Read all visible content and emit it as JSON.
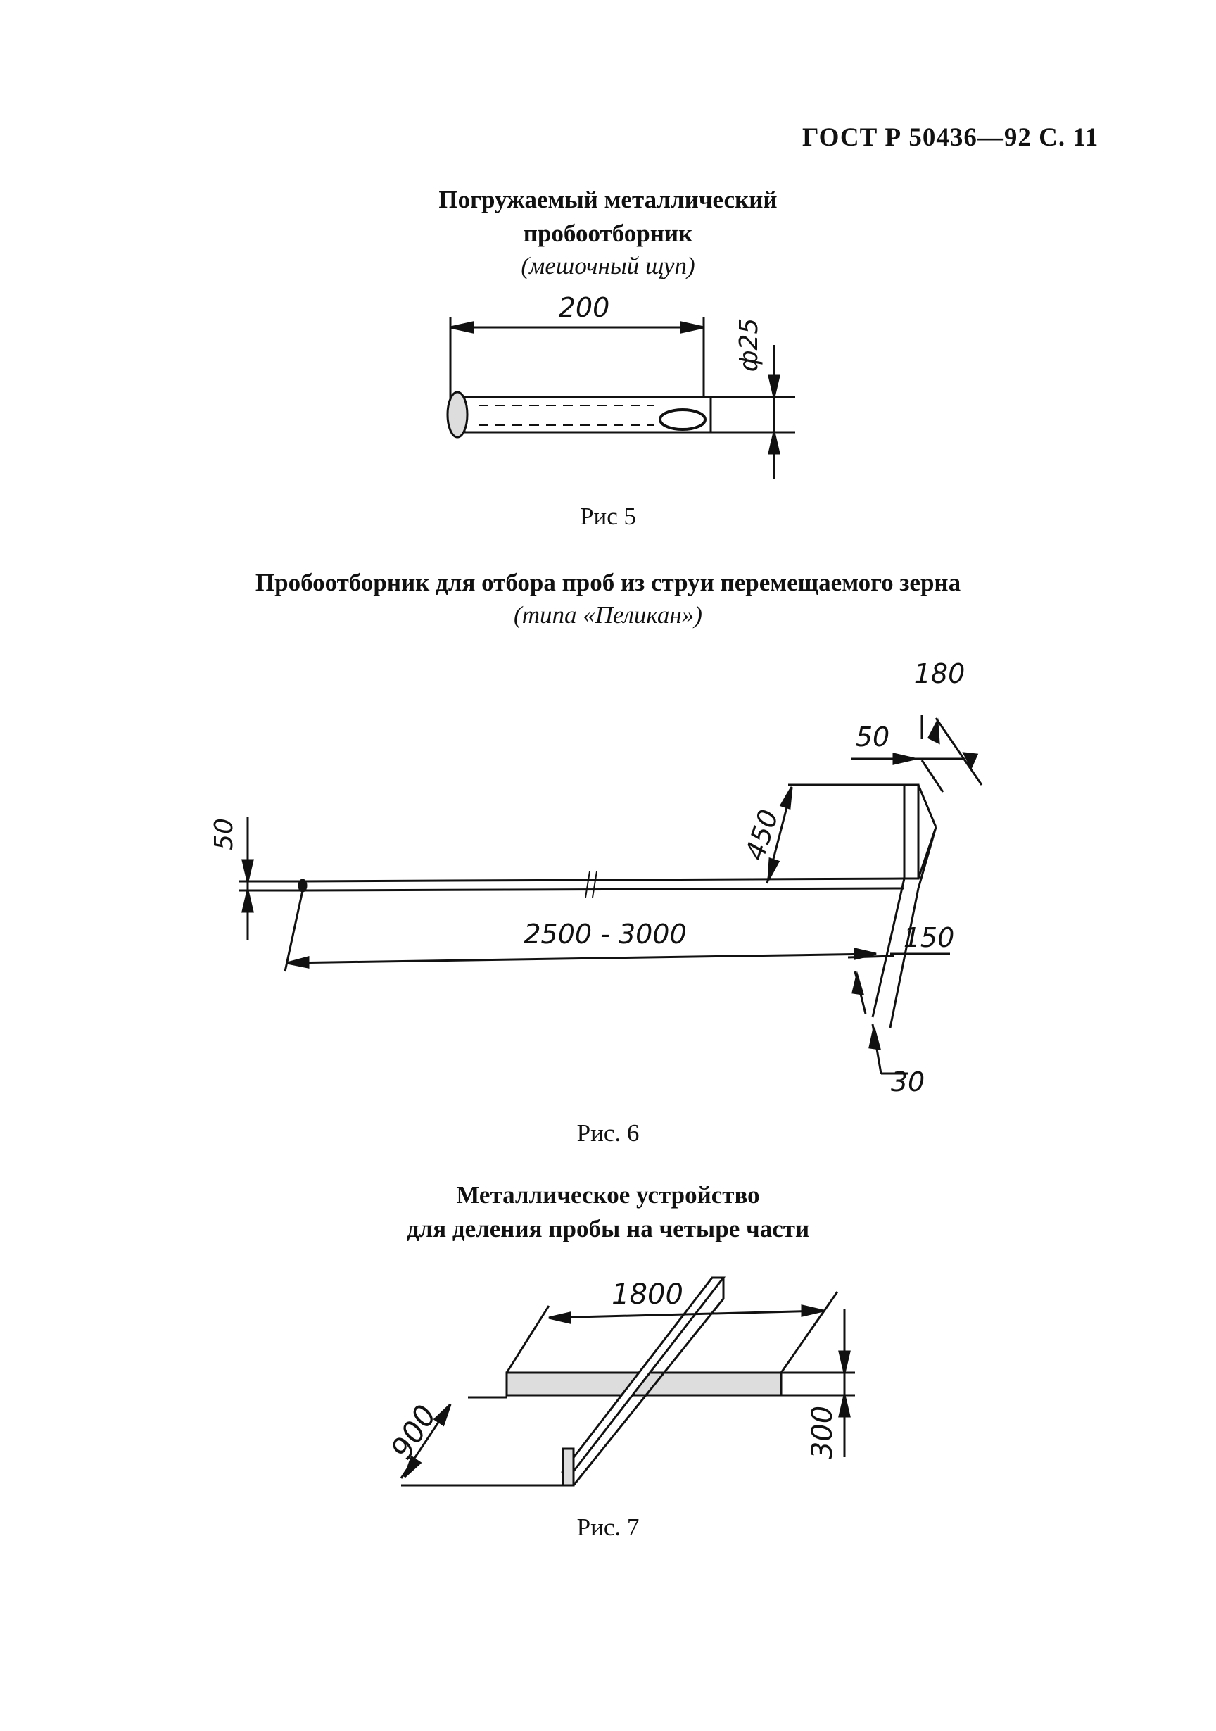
{
  "header": {
    "standard": "ГОСТ Р 50436—92 С. 11"
  },
  "fig5": {
    "title_line1": "Погружаемый металлический",
    "title_line2": "пробоотборник",
    "subtitle": "(мешочный щуп)",
    "dim_length": "200",
    "dim_diameter": "ф25",
    "caption": "Рис 5"
  },
  "fig6": {
    "title": "Пробоотборник для отбора проб из струи перемещаемого зерна",
    "subtitle": "(типа «Пеликан»)",
    "dim_180": "180",
    "dim_50_top": "50",
    "dim_450": "450",
    "dim_50_left": "50",
    "dim_length": "2500 - 3000",
    "dim_150": "150",
    "dim_30": "30",
    "caption": "Рис. 6"
  },
  "fig7": {
    "title_line1": "Металлическое устройство",
    "title_line2": "для деления пробы на четыре части",
    "dim_1800": "1800",
    "dim_900": "900",
    "dim_300": "300",
    "caption": "Рис. 7"
  }
}
